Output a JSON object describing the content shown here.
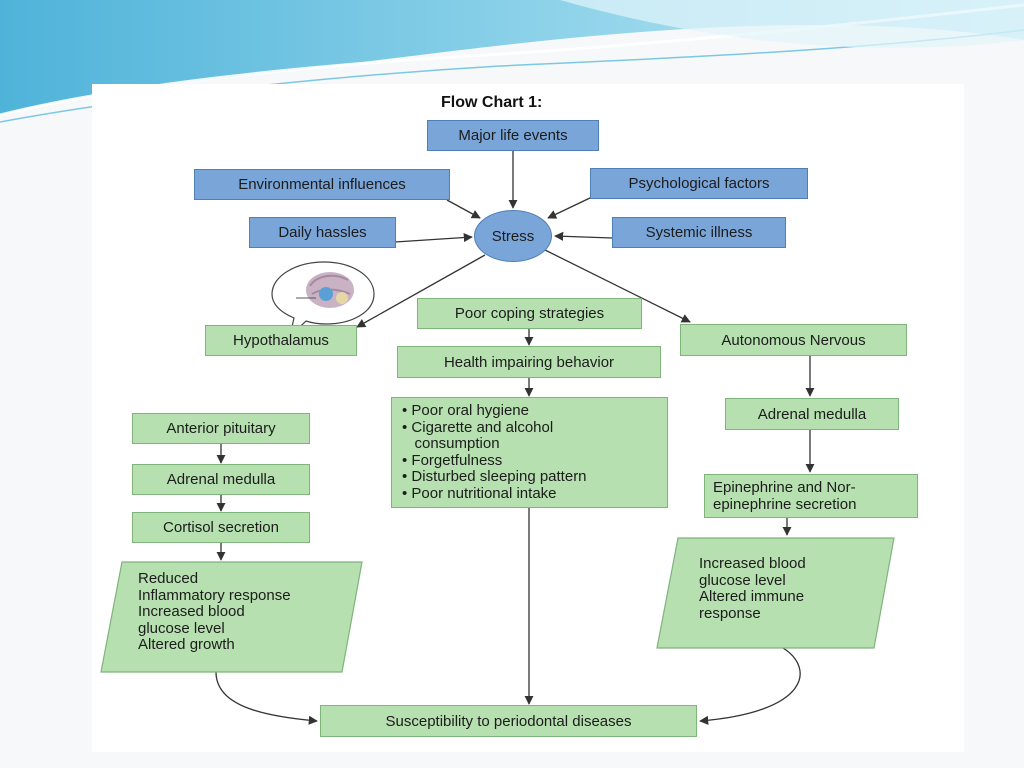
{
  "title": "Flow Chart 1:",
  "colors": {
    "cause_box": "#7aa5d8",
    "effect_box": "#b7e0b0",
    "arrow": "#333333"
  },
  "nodes": {
    "major_life_events": "Major life events",
    "environmental_influences": "Environmental influences",
    "psychological_factors": "Psychological factors",
    "daily_hassles": "Daily hassles",
    "systemic_illness": "Systemic illness",
    "stress": "Stress",
    "hypothalamus": "Hypothalamus",
    "poor_coping_strategies": "Poor coping strategies",
    "health_impairing_behavior": "Health impairing behavior",
    "autonomous_nervous": "Autonomous Nervous",
    "anterior_pituitary": "Anterior pituitary",
    "adrenal_medulla_left": "Adrenal medulla",
    "cortisol_secretion": "Cortisol secretion",
    "adrenal_medulla_right": "Adrenal medulla",
    "epinephrine_secretion": [
      "Epinephrine and Nor-",
      "epinephrine secretion"
    ],
    "behaviors": [
      "• Poor oral hygiene",
      "• Cigarette and alcohol",
      "   consumption",
      "• Forgetfulness",
      "• Disturbed sleeping pattern",
      "• Poor nutritional intake"
    ],
    "left_effects": [
      "Reduced",
      "Inflammatory response",
      "Increased blood",
      "glucose level",
      "Altered growth"
    ],
    "right_effects": [
      "Increased blood",
      "glucose level",
      "Altered immune",
      "response"
    ],
    "susceptibility": "Susceptibility to periodontal diseases"
  },
  "icons": {
    "brain": "brain-illustration-icon"
  }
}
